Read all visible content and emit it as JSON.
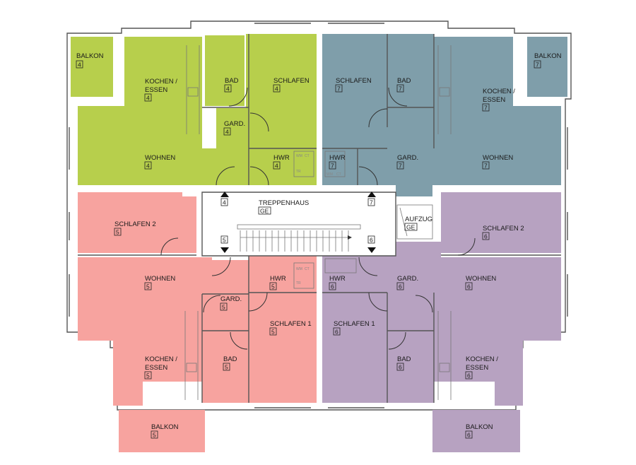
{
  "colors": {
    "unit4": "#b7cf4c",
    "unit7": "#7f9eaa",
    "unit5": "#f7a39f",
    "unit6": "#b7a2c1",
    "wall": "#555555"
  },
  "rooms": {
    "u4_balkon": {
      "name": "BALKON",
      "num": "4"
    },
    "u4_kochen": {
      "line1": "KOCHEN /",
      "line2": "ESSEN",
      "num": "4"
    },
    "u4_bad": {
      "name": "BAD",
      "num": "4"
    },
    "u4_schlafen": {
      "name": "SCHLAFEN",
      "num": "4"
    },
    "u4_gard": {
      "name": "GARD.",
      "num": "4"
    },
    "u4_wohnen": {
      "name": "WOHNEN",
      "num": "4"
    },
    "u4_hwr": {
      "name": "HWR",
      "num": "4"
    },
    "u7_balkon": {
      "name": "BALKON",
      "num": "7"
    },
    "u7_schlafen": {
      "name": "SCHLAFEN",
      "num": "7"
    },
    "u7_bad": {
      "name": "BAD",
      "num": "7"
    },
    "u7_kochen": {
      "line1": "KOCHEN /",
      "line2": "ESSEN",
      "num": "7"
    },
    "u7_hwr": {
      "name": "HWR",
      "num": "7"
    },
    "u7_gard": {
      "name": "GARD.",
      "num": "7"
    },
    "u7_wohnen": {
      "name": "WOHNEN",
      "num": "7"
    },
    "treppenhaus": {
      "name": "TREPPENHAUS",
      "num": "GE"
    },
    "aufzug": {
      "name": "AUFZUG",
      "num": "GE"
    },
    "u5_schlafen2": {
      "name": "SCHLAFEN 2",
      "num": "5"
    },
    "u5_wohnen": {
      "name": "WOHNEN",
      "num": "5"
    },
    "u5_hwr": {
      "name": "HWR",
      "num": "5"
    },
    "u5_gard": {
      "name": "GARD.",
      "num": "5"
    },
    "u5_schlafen1": {
      "name": "SCHLAFEN 1",
      "num": "5"
    },
    "u5_kochen": {
      "line1": "KOCHEN /",
      "line2": "ESSEN",
      "num": "5"
    },
    "u5_bad": {
      "name": "BAD",
      "num": "5"
    },
    "u5_balkon": {
      "name": "BALKON",
      "num": "5"
    },
    "u6_schlafen2": {
      "name": "SCHLAFEN 2",
      "num": "6"
    },
    "u6_wohnen": {
      "name": "WOHNEN",
      "num": "6"
    },
    "u6_hwr": {
      "name": "HWR",
      "num": "6"
    },
    "u6_gard": {
      "name": "GARD.",
      "num": "6"
    },
    "u6_schlafen1": {
      "name": "SCHLAFEN 1",
      "num": "6"
    },
    "u6_bad": {
      "name": "BAD",
      "num": "6"
    },
    "u6_kochen": {
      "line1": "KOCHEN /",
      "line2": "ESSEN",
      "num": "6"
    },
    "u6_balkon": {
      "name": "BALKON",
      "num": "6"
    }
  },
  "stair_markers": {
    "m4": "4",
    "m7": "7",
    "m5": "5",
    "m6": "6"
  },
  "utility_marks": {
    "wm": "WM",
    "ct": "CT",
    "tr": "TR"
  }
}
